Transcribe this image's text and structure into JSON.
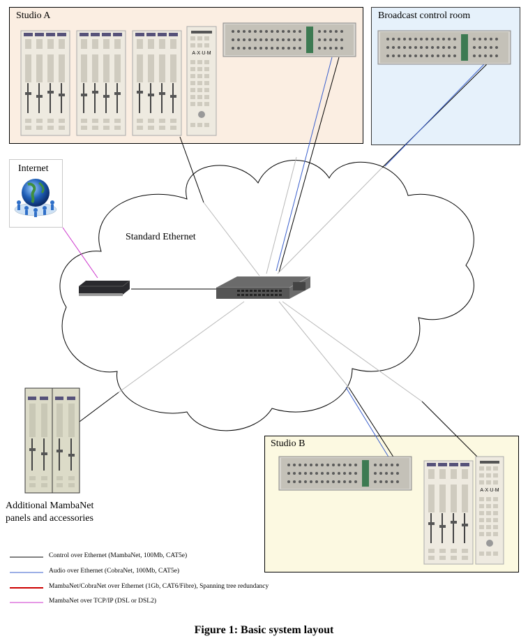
{
  "regions": {
    "studio_a": "Studio A",
    "broadcast_control_room": "Broadcast control room",
    "studio_b": "Studio B",
    "internet": "Internet"
  },
  "network": {
    "label": "Standard Ethernet"
  },
  "accessories": {
    "line1": "Additional MambaNet",
    "line2": "panels and accessories"
  },
  "console_brand": "A·X·U·M",
  "legend": [
    {
      "text": "Control over Ethernet (MambaNet, 100Mb, CAT5e)",
      "color": "#000000"
    },
    {
      "text": "Audio over Ethernet (CobraNet, 100Mb, CAT5e)",
      "color": "#3a5fcd"
    },
    {
      "text": "MambaNet/CobraNet over Ethernet (1Gb, CAT6/Fibre), Spanning tree redundancy",
      "color": "#cc0000"
    },
    {
      "text": "MambaNet over TCP/IP (DSL or DSL2)",
      "color": "#cc33cc"
    }
  ],
  "caption": "Figure 1: Basic system layout"
}
